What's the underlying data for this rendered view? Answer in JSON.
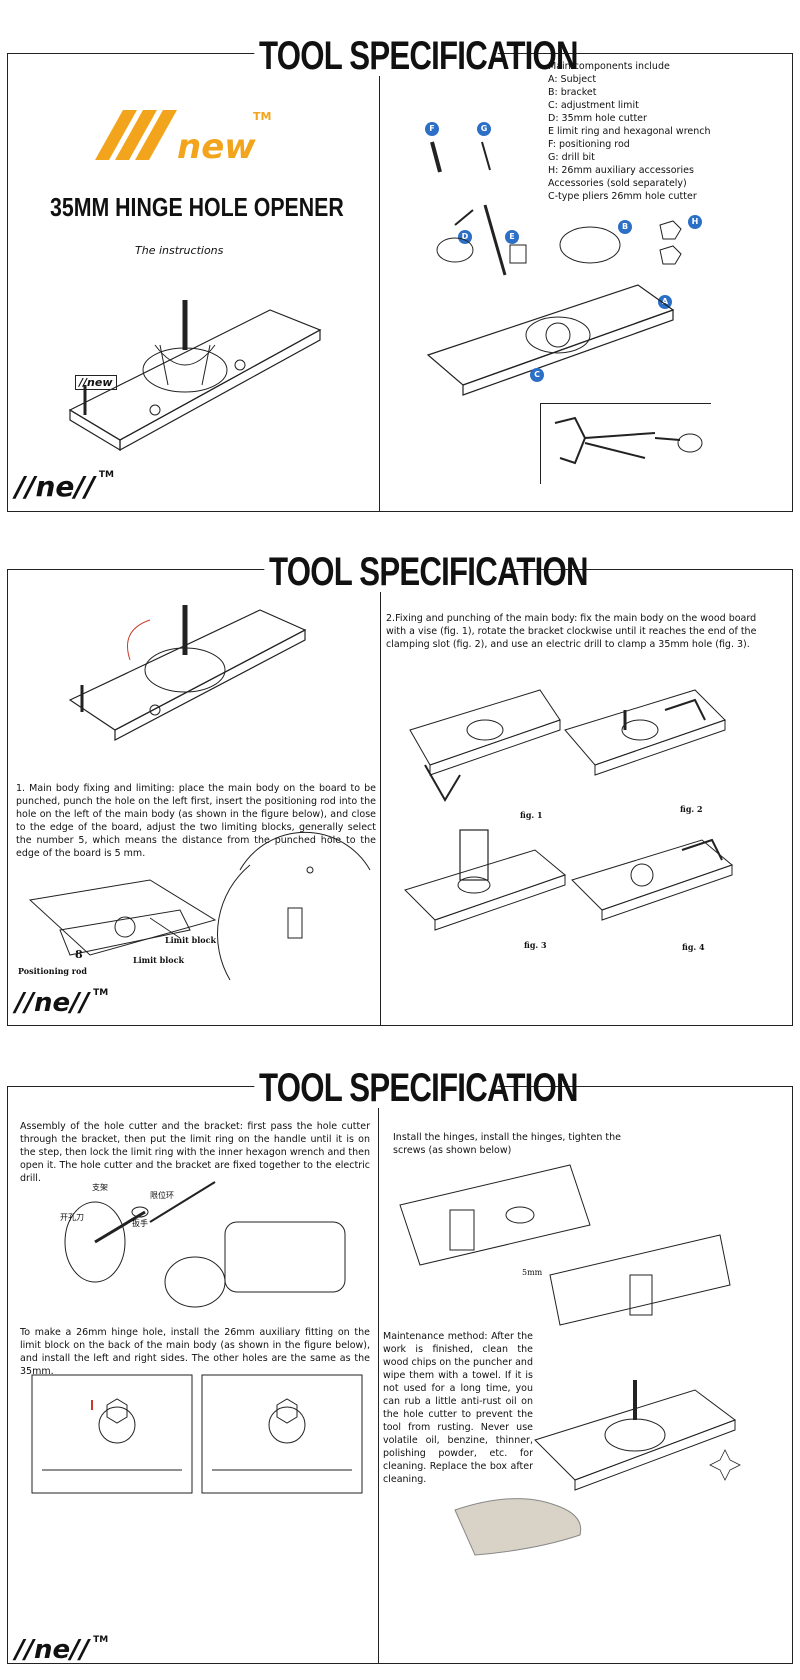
{
  "section_title": "TOOL SPECIFICATION",
  "brand": {
    "mark": "//ne//",
    "tm": "TM"
  },
  "panel1": {
    "product_title": "35MM HINGE HOLE OPENER",
    "instructions": "The instructions",
    "components_heading": "Main components include",
    "components": [
      "A: Subject",
      "B: bracket",
      "C: adjustment limit",
      "D: 35mm hole cutter",
      "E limit ring and hexagonal wrench",
      "F: positioning rod",
      "G: drill bit",
      "H: 26mm auxiliary accessories",
      "Accessories (sold separately)",
      "C-type pliers 26mm hole cutter"
    ],
    "part_labels": [
      "F",
      "G",
      "D",
      "E",
      "B",
      "H",
      "A",
      "C"
    ]
  },
  "panel2": {
    "step1": "1. Main body fixing and limiting: place the main body on the board to be punched, punch the hole on the left first, insert the positioning rod into the hole on the left of the main body (as shown in the figure below), and close to the edge of the board, adjust the two limiting blocks, generally select the number 5, which means the distance from the punched hole to the edge of the board is 5 mm.",
    "step2": "2.Fixing and punching of the main body: fix the main body on the wood board with a vise (fig. 1), rotate the bracket clockwise until it reaches the end of the clamping slot (fig. 2), and use an electric drill to clamp a 35mm hole (fig. 3).",
    "callouts": {
      "limit_block_1": "Limit block",
      "limit_block_2": "Limit block",
      "positioning_rod": "Positioning rod",
      "number": "8"
    },
    "figs": [
      "fig. 1",
      "fig. 2",
      "fig. 3",
      "fig. 4"
    ]
  },
  "panel3": {
    "assembly": "Assembly of the hole cutter and the bracket: first pass the hole cutter through the bracket, then put the limit ring on the handle until it is on the step, then lock the limit ring with the inner hexagon wrench and then open it. The hole cutter and the bracket are fixed together to the electric drill.",
    "hinge_26": "To make a 26mm hinge hole, install the 26mm auxiliary fitting on the limit block on the back of the main body (as shown in the figure below), and install the left and right sides. The other holes are the same as the 35mm.",
    "install": "Install the hinges, install the hinges, tighten the screws (as shown below)",
    "maintenance": "Maintenance method: After the work is finished, clean the wood chips on the puncher and wipe them with a towel. If it is not used for a long time, you can rub a little anti-rust oil on the hole cutter to prevent the tool from rusting. Never use volatile oil, benzine, thinner, polishing powder, etc. for cleaning. Replace the box after cleaning.",
    "dim_label": "5mm",
    "cn_labels": [
      "支架",
      "限位环",
      "开孔刀",
      "扳手"
    ]
  }
}
